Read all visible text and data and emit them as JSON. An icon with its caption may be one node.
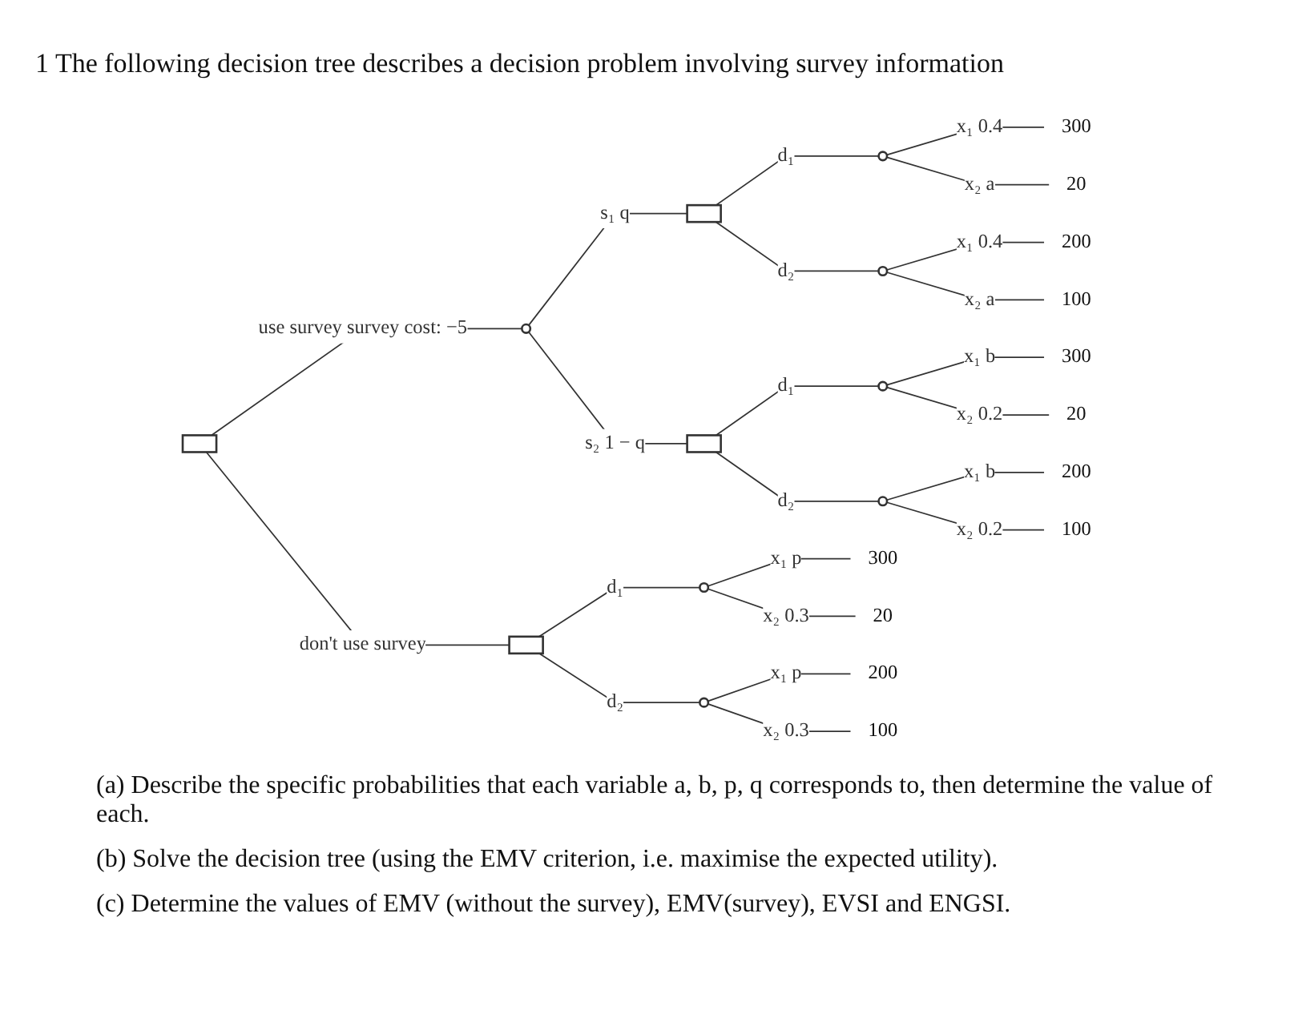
{
  "diagram": {
    "title": "1 The following decision tree describes a decision problem involving survey information",
    "nodes": [
      {
        "text": [],
        "shape": "box"
      },
      {
        "text": [],
        "shape": "box"
      },
      {
        "text": [],
        "shape": "circle"
      },
      {
        "text": [],
        "shape": "box"
      },
      {
        "text": [],
        "shape": "box"
      },
      {
        "text": [],
        "shape": "circle"
      },
      {
        "text": [],
        "shape": "circle"
      },
      {
        "text": [],
        "shape": "circle"
      },
      {
        "text": [],
        "shape": "circle"
      },
      {
        "text": [],
        "shape": "circle"
      },
      {
        "text": [],
        "shape": "circle"
      },
      {
        "text": [
          "300"
        ]
      },
      {
        "text": [
          "20"
        ]
      },
      {
        "text": [
          "200"
        ]
      },
      {
        "text": [
          "100"
        ]
      },
      {
        "text": [
          "300"
        ]
      },
      {
        "text": [
          "20"
        ]
      },
      {
        "text": [
          "200"
        ]
      },
      {
        "text": [
          "100"
        ]
      },
      {
        "text": [
          "300"
        ]
      },
      {
        "text": [
          "20"
        ]
      },
      {
        "text": [
          "200"
        ]
      },
      {
        "text": [
          "100"
        ]
      }
    ],
    "edges": [
      {
        "from": 0,
        "to": 1,
        "arrow": "none",
        "label": "don't use survey"
      },
      {
        "from": 0,
        "to": 2,
        "arrow": "none",
        "label": "use survey survey cost: −5"
      },
      {
        "from": 2,
        "to": 3,
        "arrow": "none",
        "label": "s₁ q"
      },
      {
        "from": 2,
        "to": 4,
        "arrow": "none",
        "label": "s₂ 1 − q"
      },
      {
        "from": 1,
        "to": 5,
        "arrow": "none",
        "label": "d₁"
      },
      {
        "from": 1,
        "to": 6,
        "arrow": "none",
        "label": "d₂"
      },
      {
        "from": 3,
        "to": 7,
        "arrow": "none",
        "label": "d₁"
      },
      {
        "from": 3,
        "to": 8,
        "arrow": "none",
        "label": "d₂"
      },
      {
        "from": 4,
        "to": 9,
        "arrow": "none",
        "label": "d₁"
      },
      {
        "from": 4,
        "to": 10,
        "arrow": "none",
        "label": "d₂"
      },
      {
        "from": 5,
        "to": 11,
        "arrow": "none",
        "label": "x₁ p"
      },
      {
        "from": 5,
        "to": 12,
        "arrow": "none",
        "label": "x₂ 0.3"
      },
      {
        "from": 6,
        "to": 13,
        "arrow": "none",
        "label": "x₁ p"
      },
      {
        "from": 6,
        "to": 14,
        "arrow": "none",
        "label": "x₂ 0.3"
      },
      {
        "from": 7,
        "to": 15,
        "arrow": "none",
        "label": "x₁ 0.4"
      },
      {
        "from": 7,
        "to": 16,
        "arrow": "none",
        "label": "x₂ a"
      },
      {
        "from": 8,
        "to": 17,
        "arrow": "none",
        "label": "x₁ 0.4"
      },
      {
        "from": 8,
        "to": 18,
        "arrow": "none",
        "label": "x₂ a"
      },
      {
        "from": 9,
        "to": 19,
        "arrow": "none",
        "label": "x₁ b"
      },
      {
        "from": 9,
        "to": 20,
        "arrow": "none",
        "label": "x₂ 0.2"
      },
      {
        "from": 10,
        "to": 21,
        "arrow": "none",
        "label": "x₁ b"
      },
      {
        "from": 10,
        "to": 22,
        "arrow": "none",
        "label": "x₂ 0.2"
      }
    ],
    "labels": [
      "(a) Describe the specific probabilities that each variable a, b, p, q corresponds to, then determine the value of each.",
      "(b) Solve the decision tree (using the EMV criterion, i.e. maximise the expected utility).",
      "(c) Determine the values of EMV (without the survey), EMV(survey), EVSI and ENGSI."
    ]
  }
}
